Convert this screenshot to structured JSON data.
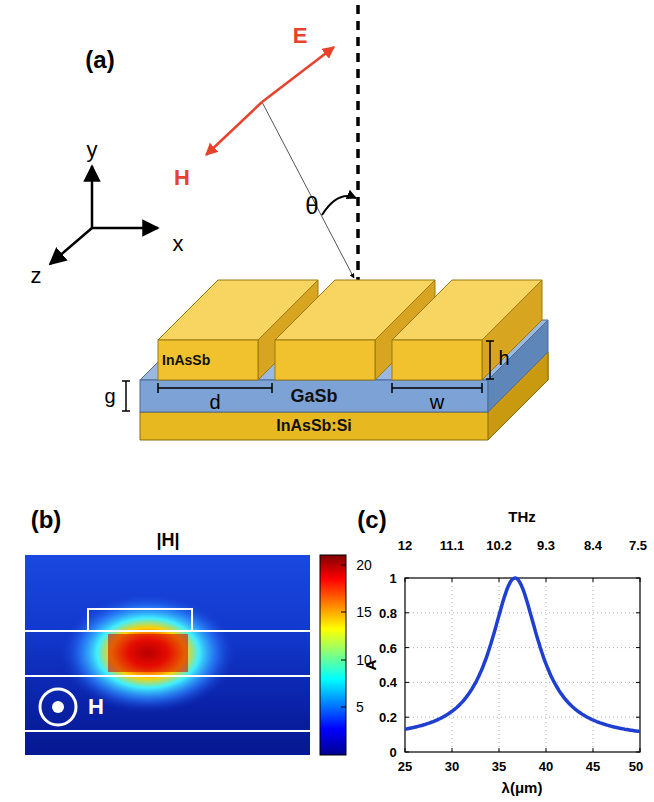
{
  "diagram": {
    "nodes": [
      {
        "text": [
          "InAsSb"
        ]
      },
      {
        "text": [
          "GaSb"
        ]
      },
      {
        "text": [
          "InAsSb:Si"
        ]
      }
    ],
    "labels": [
      "(a)",
      "E",
      "H",
      "θ",
      "y",
      "x",
      "z",
      "g",
      "d",
      "w",
      "h",
      "(b)",
      "|H|",
      "20",
      "15",
      "10",
      "5",
      "H",
      "(c)",
      "THz",
      "12",
      "11.1",
      "10.2",
      "9.3",
      "8.4",
      "7.5",
      "1",
      "0.8",
      "0.6",
      "0.4",
      "0.2",
      "0",
      "A",
      "25",
      "30",
      "35",
      "40",
      "45",
      "50",
      "λ(μm)"
    ]
  }
}
